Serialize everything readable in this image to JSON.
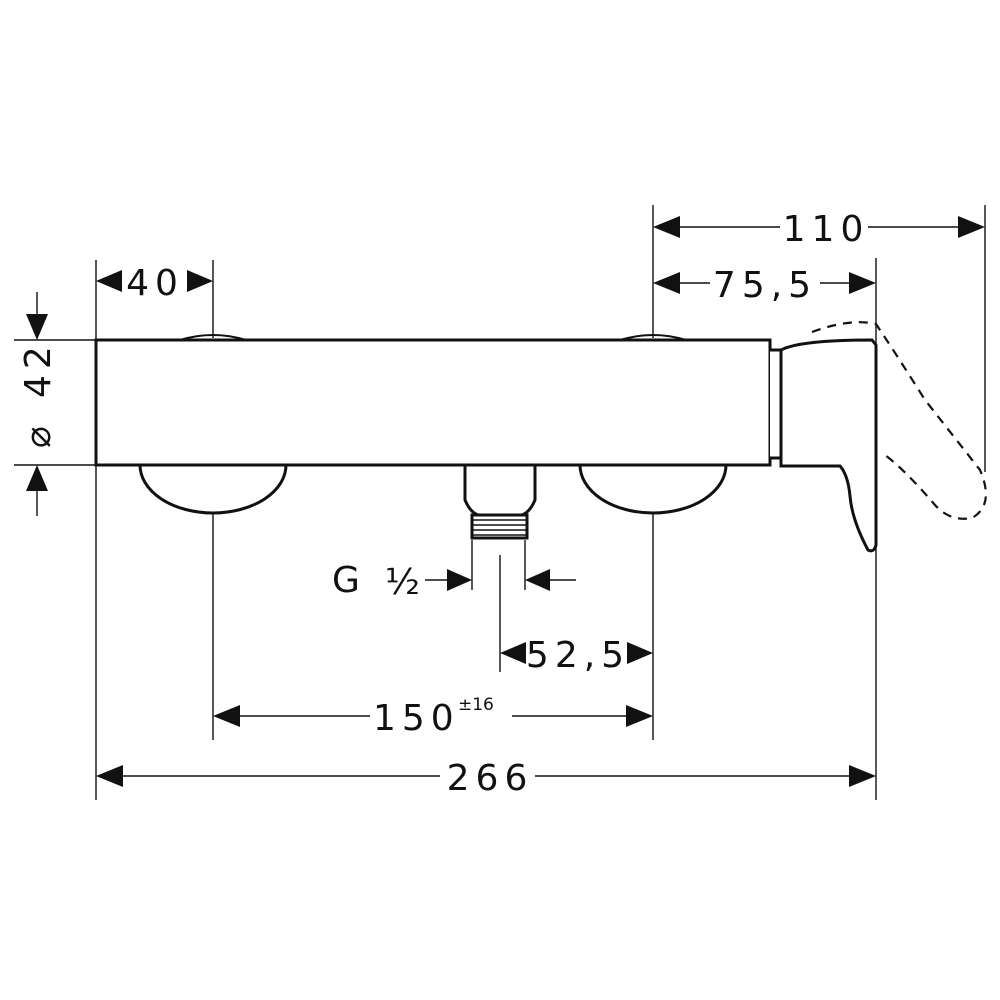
{
  "dimensions": {
    "width_40": "40",
    "depth_110": "110",
    "depth_75_5": "75,5",
    "diameter_42": "42",
    "diameter_symbol": "⌀",
    "thread_g": "G",
    "thread_half": "½",
    "offset_52_5": "52,5",
    "centers_150": "150",
    "centers_tolerance": "±16",
    "overall_266": "266"
  }
}
